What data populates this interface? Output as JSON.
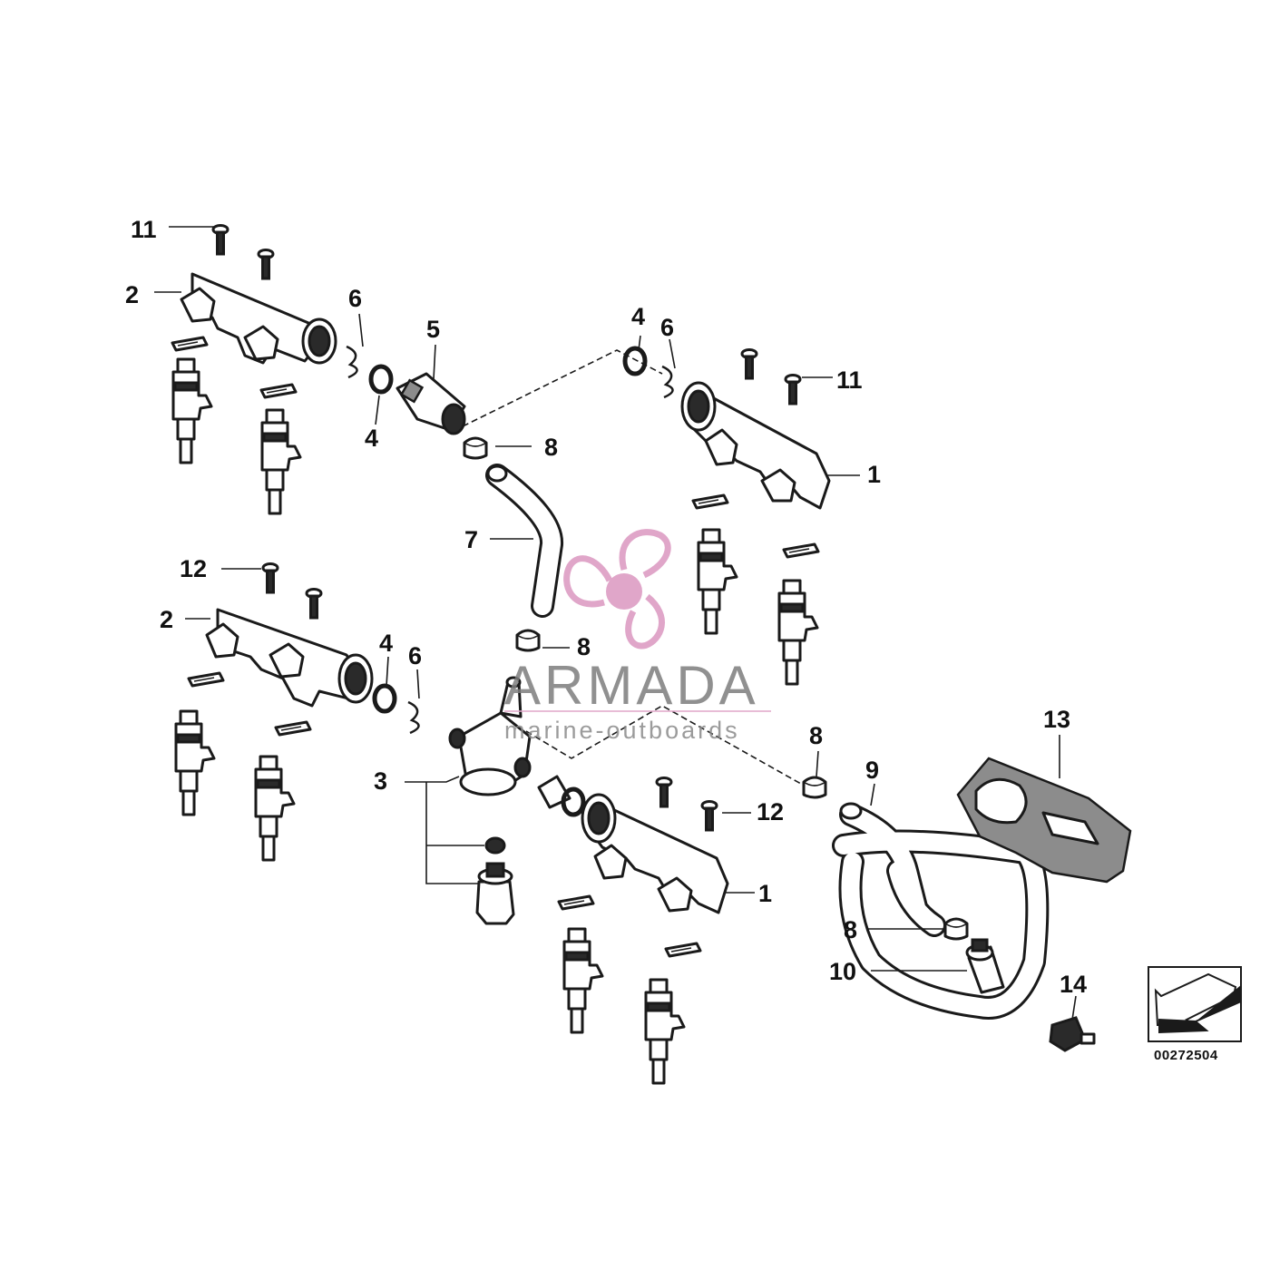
{
  "callouts": [
    "1",
    "1",
    "2",
    "2",
    "3",
    "4",
    "4",
    "4",
    "5",
    "6",
    "6",
    "6",
    "7",
    "8",
    "8",
    "8",
    "8",
    "9",
    "10",
    "11",
    "11",
    "12",
    "12",
    "13",
    "14"
  ],
  "reference_code": "00272504",
  "watermark": {
    "brand": "ARMADA",
    "tagline": "marine-outboards",
    "accent_color": "#e0a6c9"
  },
  "colors": {
    "line": "#1a1a1a",
    "background": "#ffffff"
  }
}
